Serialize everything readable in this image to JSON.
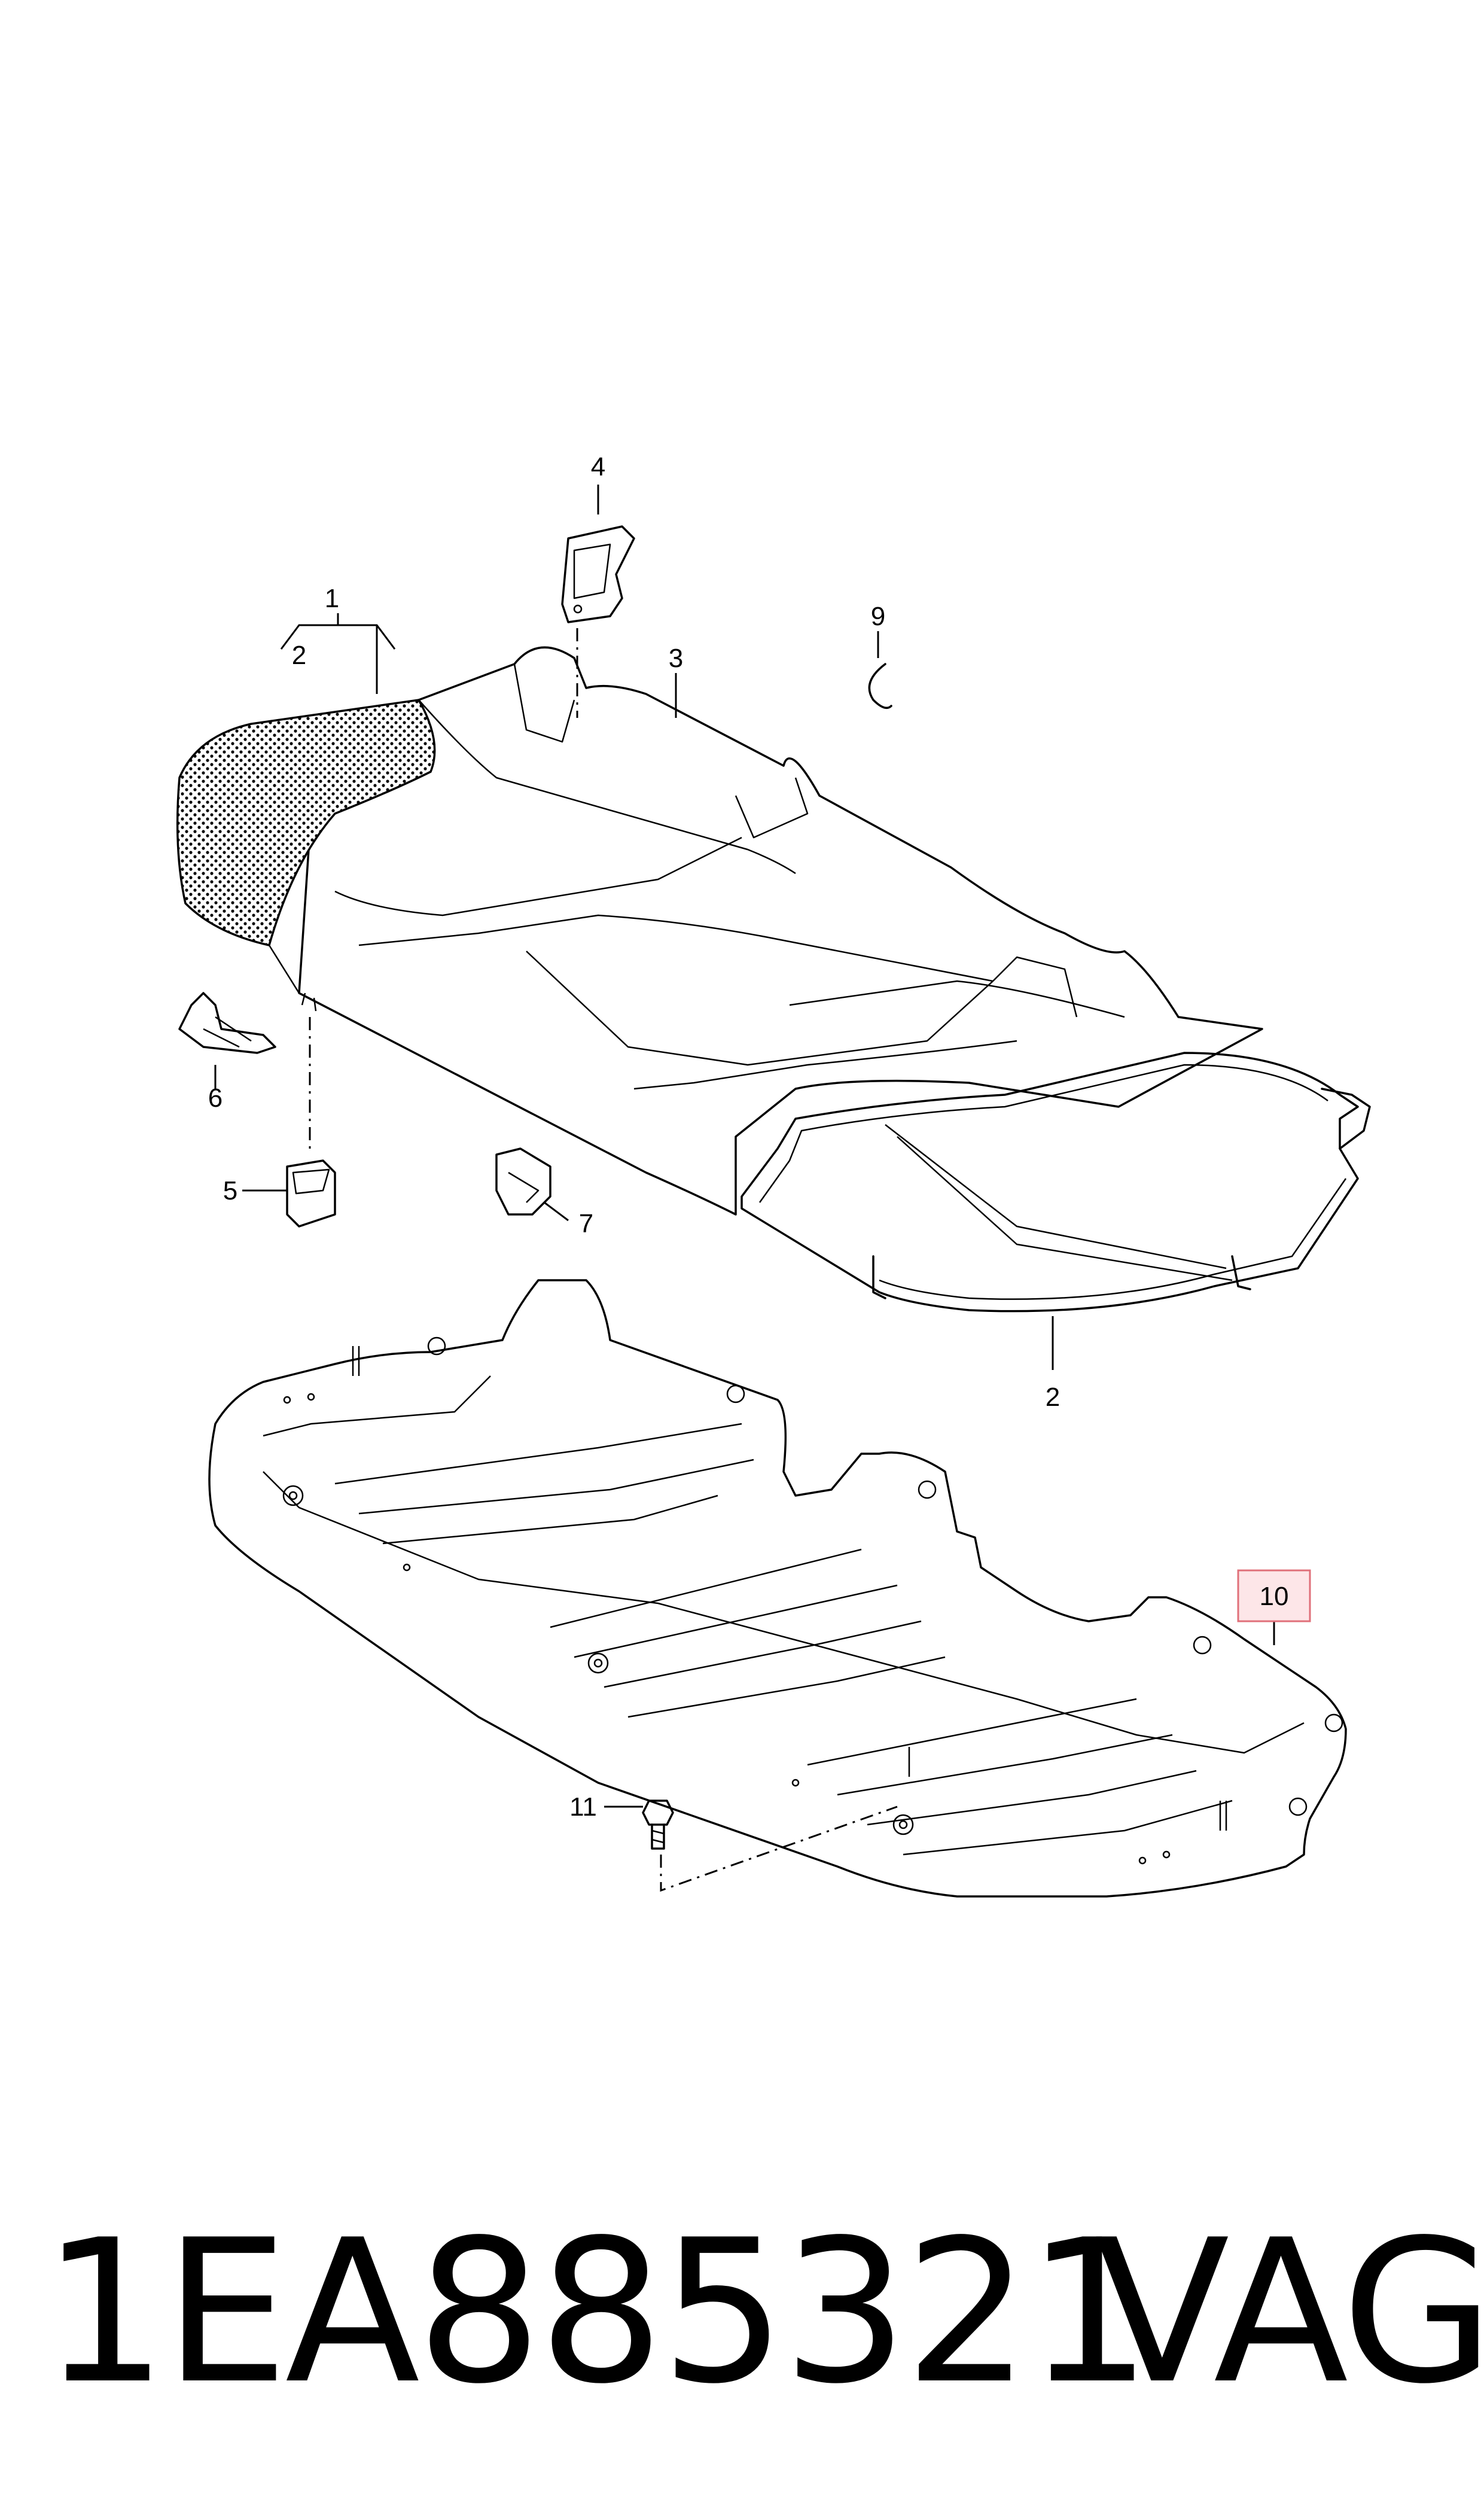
{
  "diagram": {
    "callouts": {
      "c1": "1",
      "c2_top": "2",
      "c2_bottom": "2",
      "c3": "3",
      "c4": "4",
      "c5": "5",
      "c6": "6",
      "c7": "7",
      "c9": "9",
      "c10": "10",
      "c11": "11"
    },
    "highlighted_callout": "10",
    "highlight_color": "#e0707a",
    "highlight_fill": "#fde6e8"
  },
  "footer": {
    "part_number": "1EA885321",
    "brand": "VAG"
  }
}
